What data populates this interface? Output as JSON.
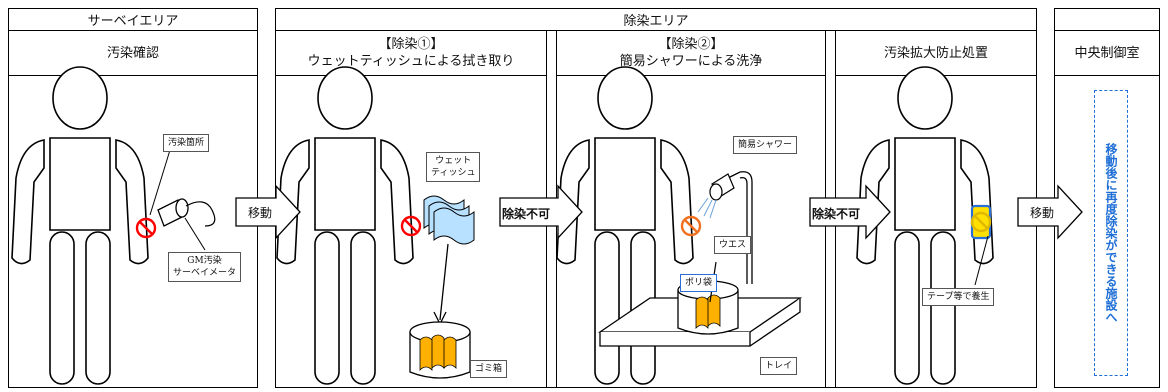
{
  "zones": {
    "survey": "サーベイエリア",
    "decon": "除染エリア"
  },
  "steps": {
    "check": "汚染確認",
    "decon1_line1": "【除染①】",
    "decon1_line2": "ウェットティッシュによる拭き取り",
    "decon2_line1": "【除染②】",
    "decon2_line2": "簡易シャワーによる洗浄",
    "prevent": "汚染拡大防止処置",
    "control": "中央制御室"
  },
  "callouts": {
    "spot": "汚染箇所",
    "gm_line1": "GM汚染",
    "gm_line2": "サーベイメータ",
    "wet_line1": "ウェット",
    "wet_line2": "ティッシュ",
    "trash": "ゴミ箱",
    "shower": "簡易シャワー",
    "waste": "ウエス",
    "bag": "ポリ袋",
    "tray": "トレイ",
    "tape": "テープ等で養生"
  },
  "arrows": {
    "move1": "移動",
    "fail1": "除染不可",
    "fail2": "除染不可",
    "move2": "移動"
  },
  "final_note": "移動後に再度除染ができる施設へ",
  "colors": {
    "prohibit": "#ff0000",
    "prohibit_orange": "#f07020",
    "tape": "#ffe000",
    "tape_border": "#2a6fd6",
    "orange_fill": "#ffb000",
    "tissue": "#b8e0ff",
    "note_blue": "#1f6fd6"
  }
}
